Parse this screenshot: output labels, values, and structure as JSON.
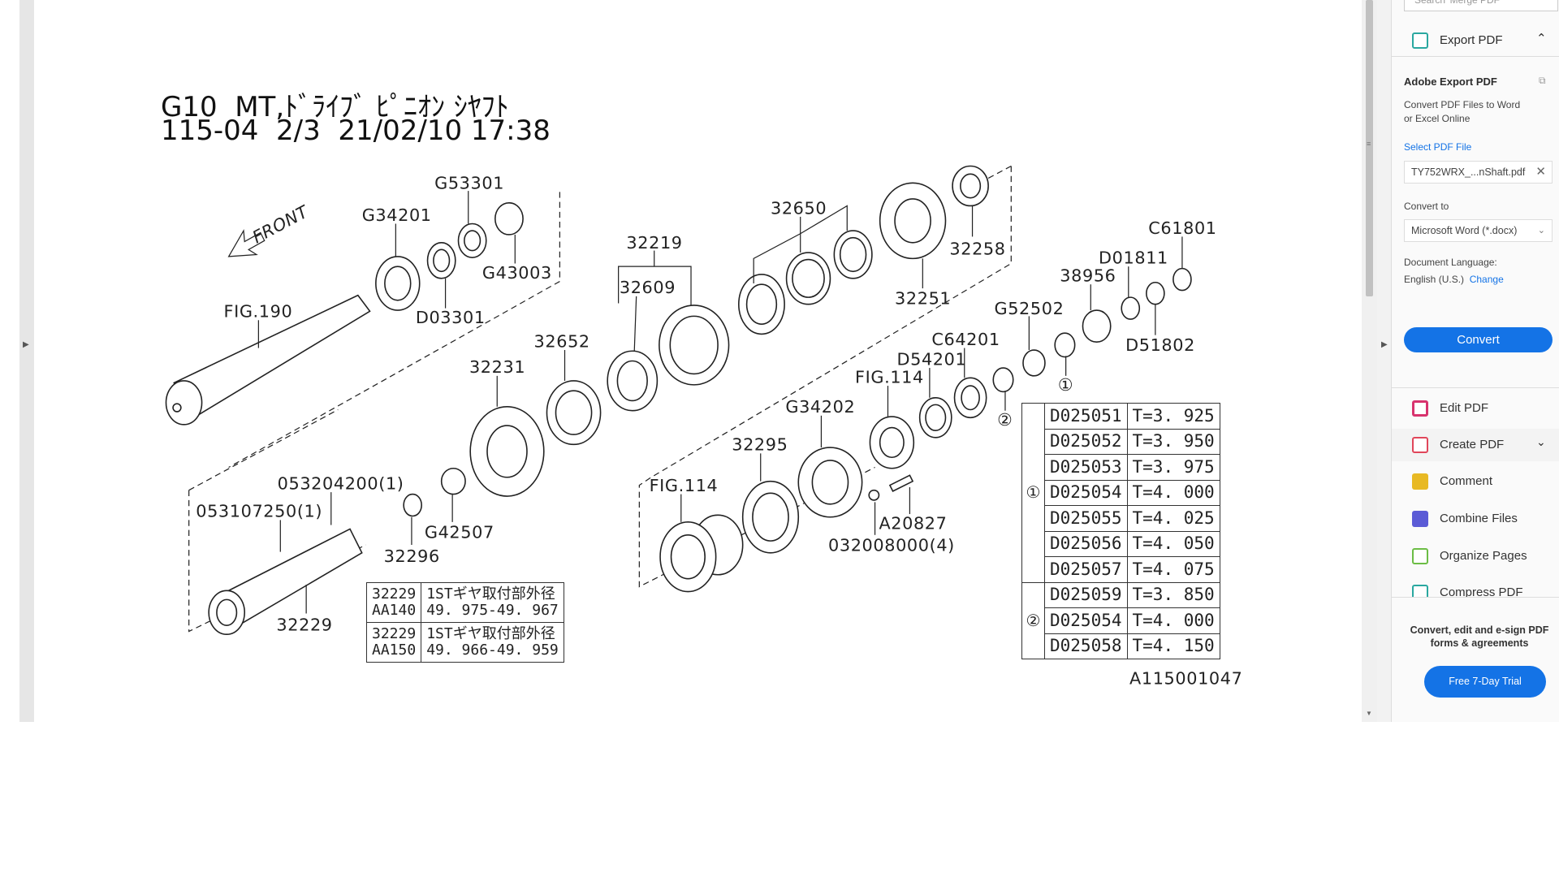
{
  "document": {
    "title_line1": "G10  MT,ﾄﾞﾗｲﾌﾞ ﾋﾟﾆｵﾝ ｼﾔﾌﾄ",
    "title_line2": "115-04  2/3  21/02/10 17:38",
    "labels": {
      "front": "FRONT",
      "g34201": "G34201",
      "g53301": "G53301",
      "g43003": "G43003",
      "d03301": "D03301",
      "fig190": "FIG.190",
      "p32219": "32219",
      "p32609": "32609",
      "p32650": "32650",
      "p32258": "32258",
      "p32251": "32251",
      "c61801": "C61801",
      "d01811": "D01811",
      "p38956": "38956",
      "g52502": "G52502",
      "d51802": "D51802",
      "c64201": "C64201",
      "d54201": "D54201",
      "fig114a": "FIG.114",
      "p32652": "32652",
      "p32231": "32231",
      "g34202": "G34202",
      "p32295": "32295",
      "fig114b": "FIG.114",
      "p053204200": "053204200(1)",
      "p053107250": "053107250(1)",
      "g42507": "G42507",
      "p32296": "32296",
      "p32229": "32229",
      "a20827": "A20827",
      "p032008000": "032008000(4)",
      "circle1": "①",
      "circle2": "②",
      "drawing_id": "A115001047"
    },
    "gear_table": [
      {
        "part": "32229",
        "code": "AA140",
        "desc": "1STギヤ取付部外径",
        "range": "49. 975-49. 967"
      },
      {
        "part": "32229",
        "code": "AA150",
        "desc": "1STギヤ取付部外径",
        "range": "49. 966-49. 959"
      }
    ],
    "shim_table": [
      {
        "group": "①",
        "rows": [
          {
            "part": "D025051",
            "t": "T=3. 925"
          },
          {
            "part": "D025052",
            "t": "T=3. 950"
          },
          {
            "part": "D025053",
            "t": "T=3. 975"
          },
          {
            "part": "D025054",
            "t": "T=4. 000"
          },
          {
            "part": "D025055",
            "t": "T=4. 025"
          },
          {
            "part": "D025056",
            "t": "T=4. 050"
          },
          {
            "part": "D025057",
            "t": "T=4. 075"
          }
        ]
      },
      {
        "group": "②",
        "rows": [
          {
            "part": "D025059",
            "t": "T=3. 850"
          },
          {
            "part": "D025054",
            "t": "T=4. 000"
          },
          {
            "part": "D025058",
            "t": "T=4. 150"
          }
        ]
      }
    ]
  },
  "panel": {
    "search_placeholder": "Search 'Merge PDF'",
    "export_header": "Export PDF",
    "section_title": "Adobe Export PDF",
    "description_line1": "Convert PDF Files to Word",
    "description_line2": "or Excel Online",
    "select_file_label": "Select PDF File",
    "selected_file": "TY752WRX_...nShaft.pdf",
    "convert_to_label": "Convert to",
    "convert_to_value": "Microsoft Word (*.docx)",
    "doc_language_label": "Document Language:",
    "doc_language_value": "English (U.S.)",
    "change_link": "Change",
    "convert_button": "Convert",
    "tools": [
      {
        "label": "Edit PDF",
        "icon": "edit-pdf-icon",
        "color": "#d8336e"
      },
      {
        "label": "Create PDF",
        "icon": "create-pdf-icon",
        "color": "#e0465a"
      },
      {
        "label": "Comment",
        "icon": "comment-icon",
        "color": "#e8b923"
      },
      {
        "label": "Combine Files",
        "icon": "combine-files-icon",
        "color": "#5b5bd6"
      },
      {
        "label": "Organize Pages",
        "icon": "organize-pages-icon",
        "color": "#6cbd45"
      },
      {
        "label": "Compress PDF",
        "icon": "compress-pdf-icon",
        "color": "#2aa8a0"
      }
    ],
    "promo_line1": "Convert, edit and e-sign PDF",
    "promo_line2": "forms & agreements",
    "trial_button": "Free 7-Day Trial",
    "accent": "#1473e6"
  }
}
